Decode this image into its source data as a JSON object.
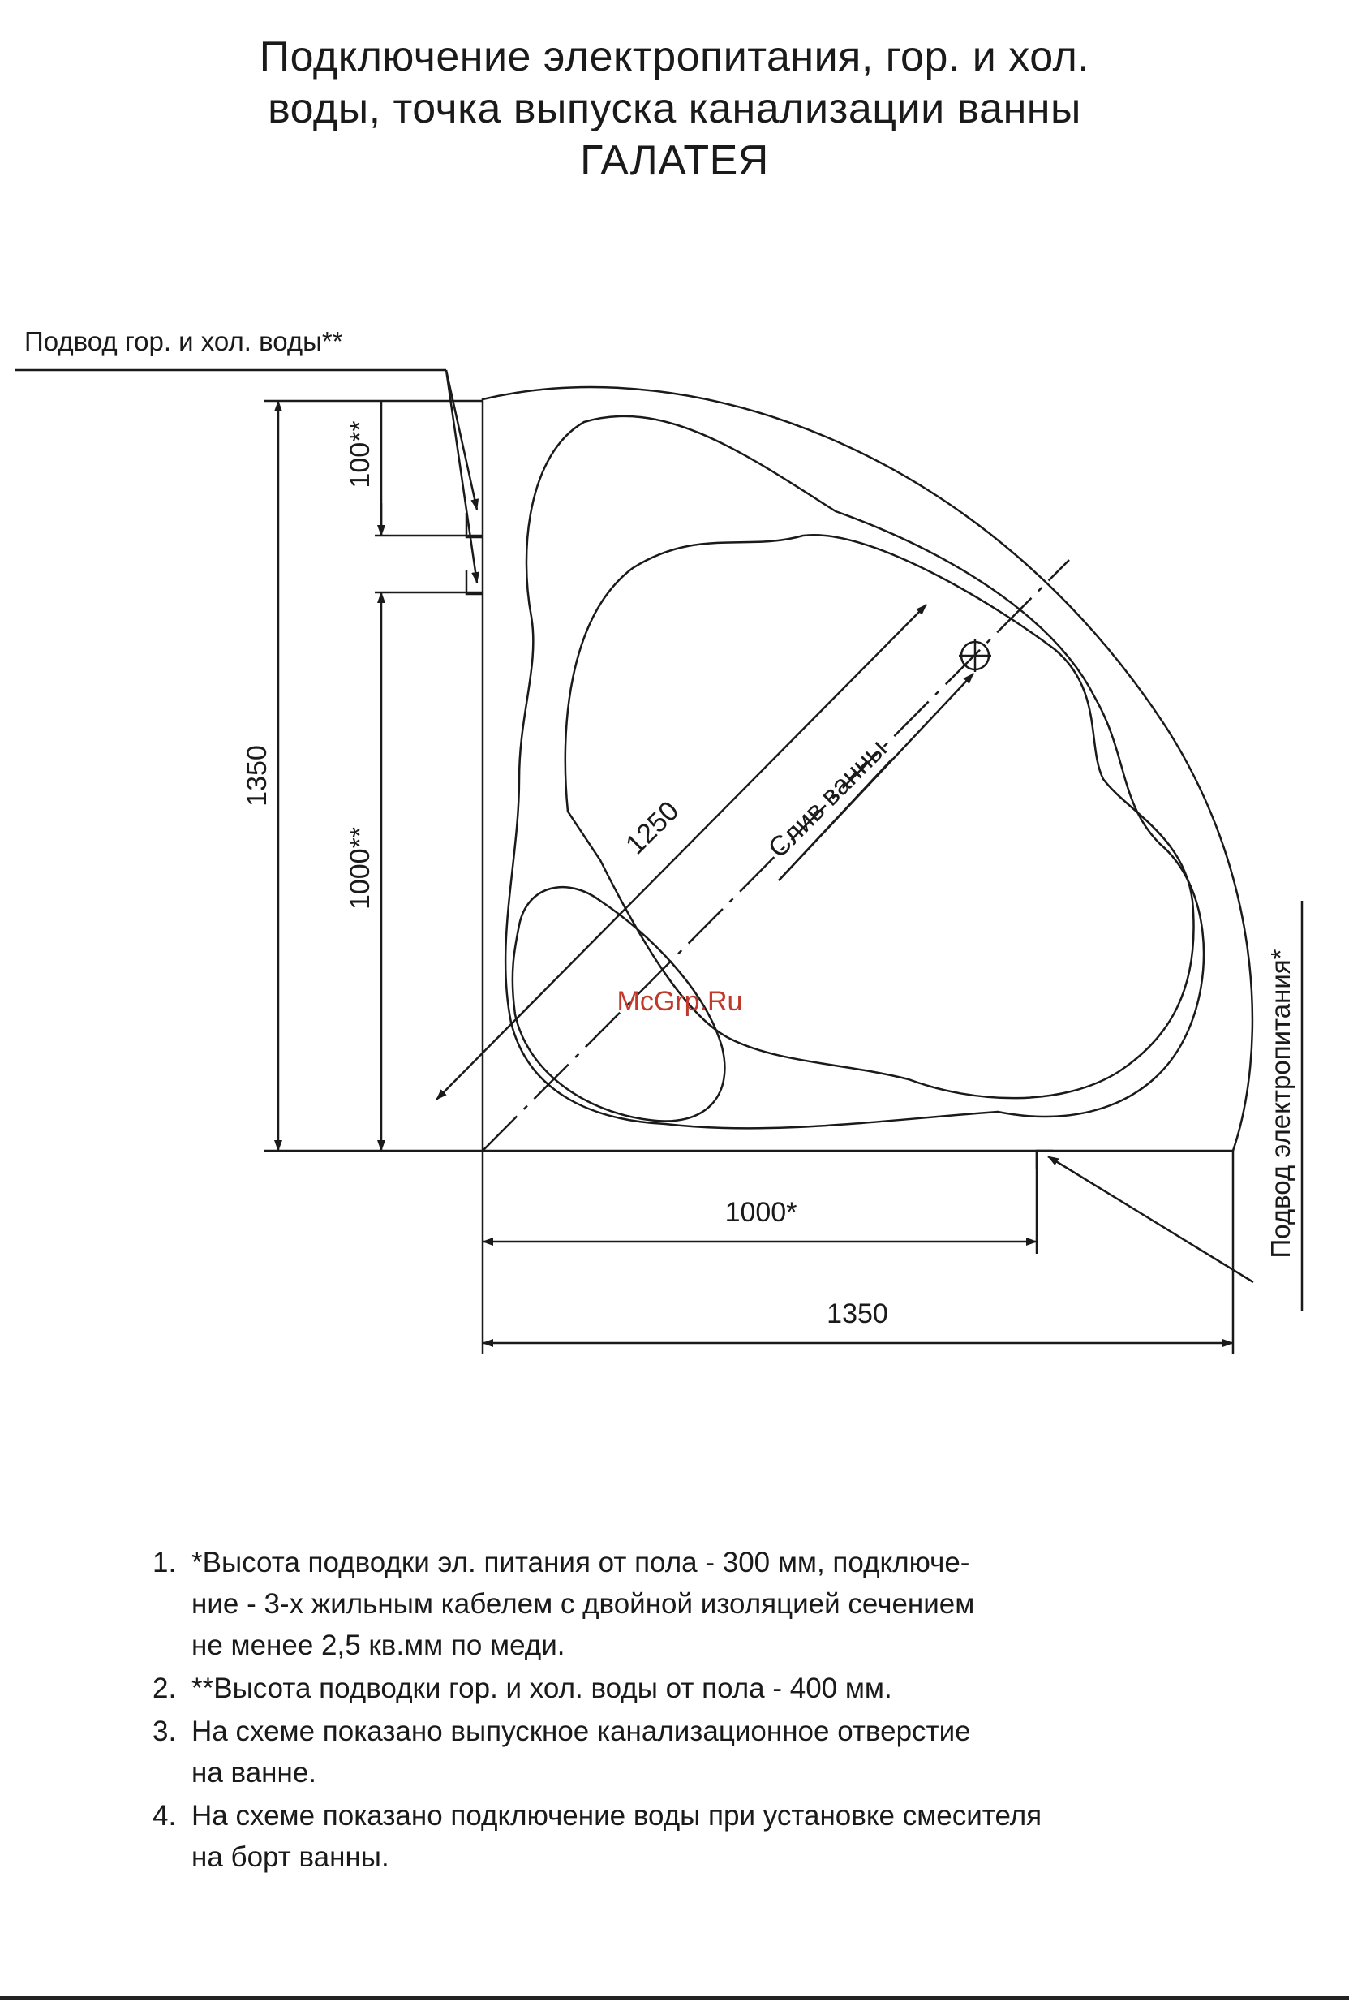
{
  "title": {
    "line1": "Подключение электропитания, гор. и хол.",
    "line2": "воды, точка выпуска канализации ванны",
    "line3": "ГАЛАТЕЯ"
  },
  "labels": {
    "water_supply": "Подвод гор. и хол. воды**",
    "power_supply": "Подвод электропитания*",
    "drain": "Слив ванны",
    "dim_100": "100**",
    "dim_1000_vertical": "1000**",
    "dim_1350_vertical": "1350",
    "dim_1250": "1250",
    "dim_1000_horizontal": "1000*",
    "dim_1350_horizontal": "1350",
    "watermark": "McGrp.Ru"
  },
  "notes": [
    {
      "number": "1.",
      "text": "*Высота подводки эл. питания от пола - 300 мм, подключе-\nние - 3-х жильным кабелем с двойной изоляцией сечением\nне менее 2,5 кв.мм по меди."
    },
    {
      "number": "2.",
      "text": "**Высота подводки гор. и хол. воды от пола - 400 мм."
    },
    {
      "number": "3.",
      "text": "На схеме показано выпускное канализационное отверстие\nна ванне."
    },
    {
      "number": "4.",
      "text": "На схеме показано подключение воды при установке смесителя\nна борт ванны."
    }
  ],
  "colors": {
    "line": "#1a1a1a",
    "watermark": "#c0392b"
  }
}
